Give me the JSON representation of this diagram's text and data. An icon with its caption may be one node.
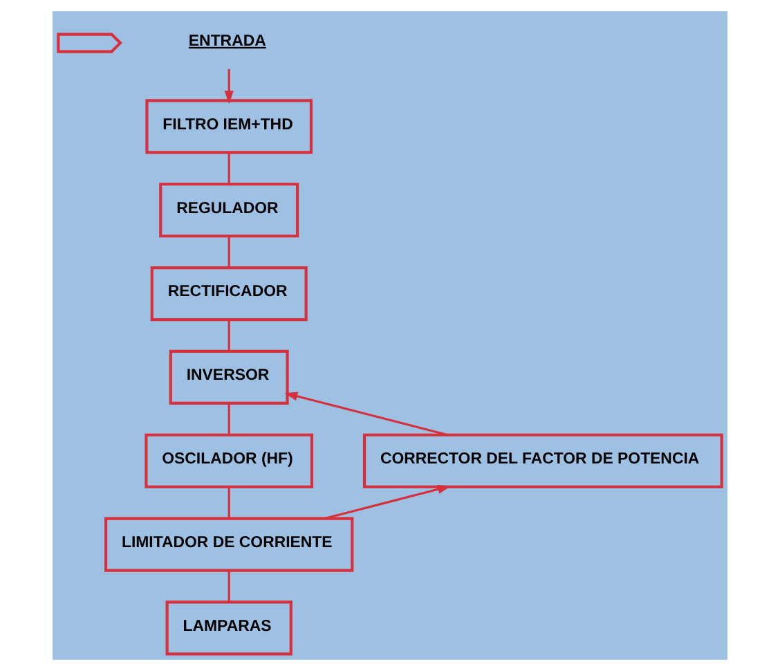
{
  "diagram": {
    "nodes": [
      {
        "text": [],
        "shape": "picture"
      },
      {
        "text": [
          "ENTRADA"
        ]
      },
      {
        "text": [
          "FILTRO IEM+THD"
        ]
      },
      {
        "text": [
          "REGULADOR"
        ]
      },
      {
        "text": [
          "RECTIFICADOR"
        ]
      },
      {
        "text": [
          "INVERSOR"
        ]
      },
      {
        "text": [
          "OSCILADOR (HF)"
        ]
      },
      {
        "text": [
          "LIMITADOR DE CORRIENTE"
        ]
      },
      {
        "text": [
          "LAMPARAS"
        ]
      },
      {
        "text": [
          "CORRECTOR DEL FACTOR DE POTENCIA"
        ]
      }
    ],
    "edges": [
      {
        "from": 1,
        "to": 2,
        "arrow": "to"
      },
      {
        "from": 2,
        "to": 3,
        "arrow": "none"
      },
      {
        "from": 3,
        "to": 4,
        "arrow": "none"
      },
      {
        "from": 4,
        "to": 5,
        "arrow": "none"
      },
      {
        "from": 5,
        "to": 6,
        "arrow": "none"
      },
      {
        "from": 6,
        "to": 7,
        "arrow": "none"
      },
      {
        "from": 7,
        "to": 8,
        "arrow": "none"
      },
      {
        "from": 7,
        "to": 9,
        "arrow": "to"
      },
      {
        "from": 9,
        "to": 5,
        "arrow": "to"
      }
    ]
  }
}
